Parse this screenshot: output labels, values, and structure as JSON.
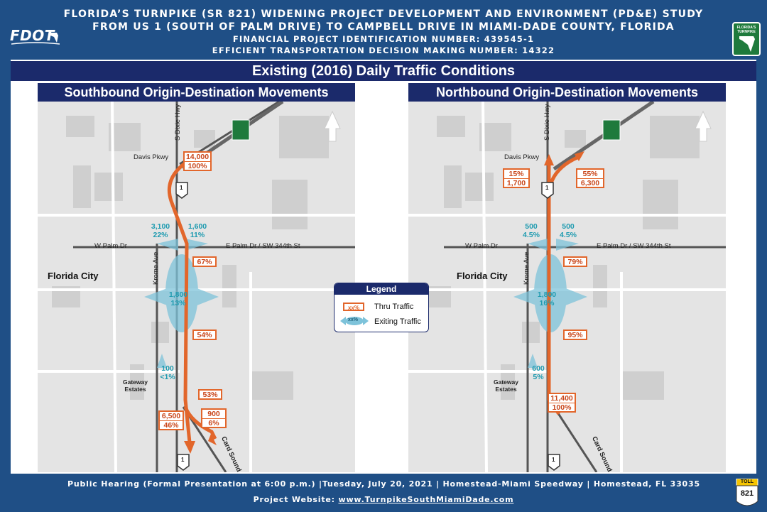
{
  "header": {
    "line1": "FLORIDA’S TURNPIKE (SR 821) WIDENING PROJECT DEVELOPMENT AND ENVIRONMENT (PD&E) STUDY",
    "line2": "FROM US 1 (SOUTH OF PALM DRIVE) TO CAMPBELL DRIVE IN MIAMI-DADE COUNTY, FLORIDA",
    "line3": "FINANCIAL PROJECT IDENTIFICATION NUMBER: 439545-1",
    "line4": "EFFICIENT TRANSPORTATION DECISION MAKING NUMBER: 14322",
    "fdot_logo": "FDOT",
    "turnpike_logo": "FLORIDA'S TURNPIKE"
  },
  "title": "Existing (2016) Daily Traffic Conditions",
  "southbound": {
    "title": "Southbound Origin-Destination Movements",
    "roads": {
      "davis": "Davis Pkwy",
      "dixie": "S Dixie Hwy",
      "wpalm": "W Palm Dr",
      "epalm": "E Palm Dr / SW 344th St",
      "krome": "Krome Ave",
      "card": "Card Sound Rd",
      "us1_top": "1",
      "us1_bottom": "1"
    },
    "city": "Florida City",
    "gateway": "Gateway Estates",
    "top_box": {
      "value": "14,000",
      "pct": "100%"
    },
    "thru": [
      "67%",
      "54%",
      "53%"
    ],
    "exit_west": {
      "value": "3,100",
      "pct": "22%"
    },
    "exit_east": {
      "value": "1,600",
      "pct": "11%"
    },
    "exit_mid": {
      "value": "1,800",
      "pct": "13%"
    },
    "exit_south": {
      "value": "100",
      "pct": "<1%"
    },
    "end_us1": {
      "value": "6,500",
      "pct": "46%"
    },
    "end_card": {
      "value": "900",
      "pct": "6%"
    }
  },
  "northbound": {
    "title": "Northbound Origin-Destination Movements",
    "roads": {
      "davis": "Davis Pkwy",
      "dixie": "S Dixie Hwy",
      "wpalm": "W Palm Dr",
      "epalm": "E Palm Dr / SW 344th St",
      "krome": "Krome Ave",
      "card": "Card Sound Rd",
      "us1_top": "1",
      "us1_bottom": "1"
    },
    "city": "Florida City",
    "gateway": "Gateway Estates",
    "top_left": {
      "pct": "15%",
      "value": "1,700"
    },
    "top_right": {
      "pct": "55%",
      "value": "6,300"
    },
    "thru": [
      "79%",
      "95%"
    ],
    "exit_west": {
      "value": "500",
      "pct": "4.5%"
    },
    "exit_east": {
      "value": "500",
      "pct": "4.5%"
    },
    "exit_mid": {
      "value": "1,800",
      "pct": "16%"
    },
    "exit_south": {
      "value": "600",
      "pct": "5%"
    },
    "start_box": {
      "value": "11,400",
      "pct": "100%"
    }
  },
  "legend": {
    "title": "Legend",
    "thru_box": "xx%",
    "thru_label": "Thru Traffic",
    "exit_box": "xx%",
    "exit_label": "Exiting Traffic"
  },
  "footer": {
    "line1": "Public Hearing (Formal Presentation at 6:00 p.m.) |Tuesday, July 20, 2021 | Homestead-Miami Speedway | Homestead, FL  33035",
    "website_label": "Project Website:",
    "website_url": "www.TurnpikeSouthMiamiDade.com",
    "toll_label": "TOLL",
    "route": "821"
  },
  "colors": {
    "navy": "#1b2a6b",
    "blue": "#1f4f86",
    "orange": "#e2662b",
    "teal": "#1f9bb0",
    "exit_fill": "#7ec3da"
  }
}
